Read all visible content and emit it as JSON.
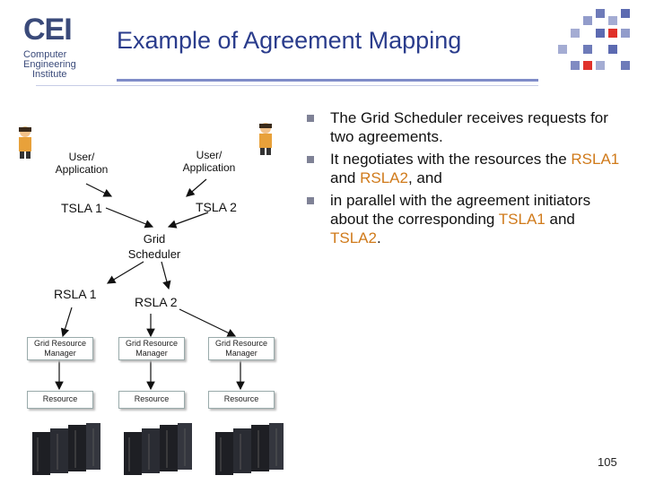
{
  "logo": {
    "letters": "CEI",
    "line1": "Computer",
    "line2": "Engineering",
    "line3": "Institute"
  },
  "title": "Example of Agreement Mapping",
  "diagram": {
    "user_left": "User/ Application",
    "user_right": "User/ Application",
    "tsla1": "TSLA 1",
    "tsla2": "TSLA 2",
    "grid_scheduler": "Grid Scheduler",
    "rsla1": "RSLA 1",
    "rsla2": "RSLA 2",
    "grm": [
      "Grid Resource Manager",
      "Grid Resource Manager",
      "Grid Resource Manager"
    ],
    "resource": [
      "Resource",
      "Resource",
      "Resource"
    ]
  },
  "bullets": {
    "b1": "The Grid Scheduler receives requests for two agreements.",
    "b2_pre": "It negotiates with the resources the ",
    "b2_hl1": "RSLA1",
    "b2_mid": " and ",
    "b2_hl2": "RSLA2",
    "b2_post": ", and",
    "b3_pre": "in parallel with the agreement initiators about the corresponding ",
    "b3_hl1": "TSLA1",
    "b3_mid": " and ",
    "b3_hl2": "TSLA2",
    "b3_post": "."
  },
  "page_number": "105",
  "colors": {
    "title": "#2a3c8c",
    "highlight": "#d07a1a",
    "bullet": "#7f8296"
  }
}
